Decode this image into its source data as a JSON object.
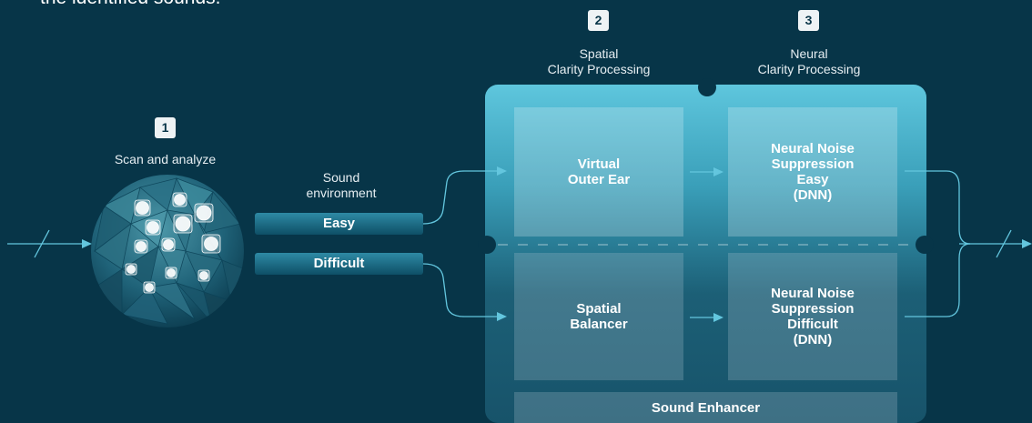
{
  "intro_text": "the identified sounds.",
  "steps": [
    {
      "number": "1",
      "label": "Scan and analyze"
    },
    {
      "number": "2",
      "label_line1": "Spatial",
      "label_line2": "Clarity Processing"
    },
    {
      "number": "3",
      "label_line1": "Neural",
      "label_line2": "Clarity Processing"
    }
  ],
  "sound_environment": {
    "label_line1": "Sound",
    "label_line2": "environment",
    "easy": "Easy",
    "difficult": "Difficult"
  },
  "blocks": {
    "virtual_outer_ear": [
      "Virtual",
      "Outer Ear"
    ],
    "spatial_balancer": [
      "Spatial",
      "Balancer"
    ],
    "nns_easy": [
      "Neural Noise",
      "Suppression",
      "Easy",
      "(DNN)"
    ],
    "nns_difficult": [
      "Neural Noise",
      "Suppression",
      "Difficult",
      "(DNN)"
    ],
    "sound_enhancer": "Sound Enhancer"
  },
  "colors": {
    "background": "#073548",
    "panel_light": "#5cc4dc",
    "panel_dark": "#17596f",
    "line": "#63c6de",
    "badge": "#eef3f5"
  }
}
